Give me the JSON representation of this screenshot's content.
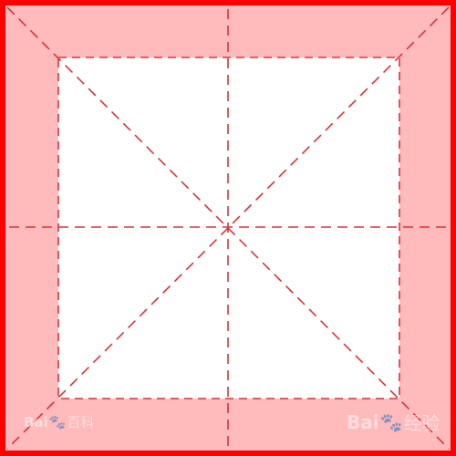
{
  "grid": {
    "style": "mi-zi-ge practice grid",
    "border_color": "#ff0000",
    "band_color": "#ffbabb",
    "inner_color": "#ffffff",
    "guide_color": "#e03038",
    "guide_style": "dashed"
  },
  "watermarks": {
    "left": {
      "brand": "Bai",
      "paw": "🐾",
      "suffix": "百科"
    },
    "right": {
      "brand": "Bai",
      "paw": "🐾",
      "suffix": "经验"
    }
  }
}
